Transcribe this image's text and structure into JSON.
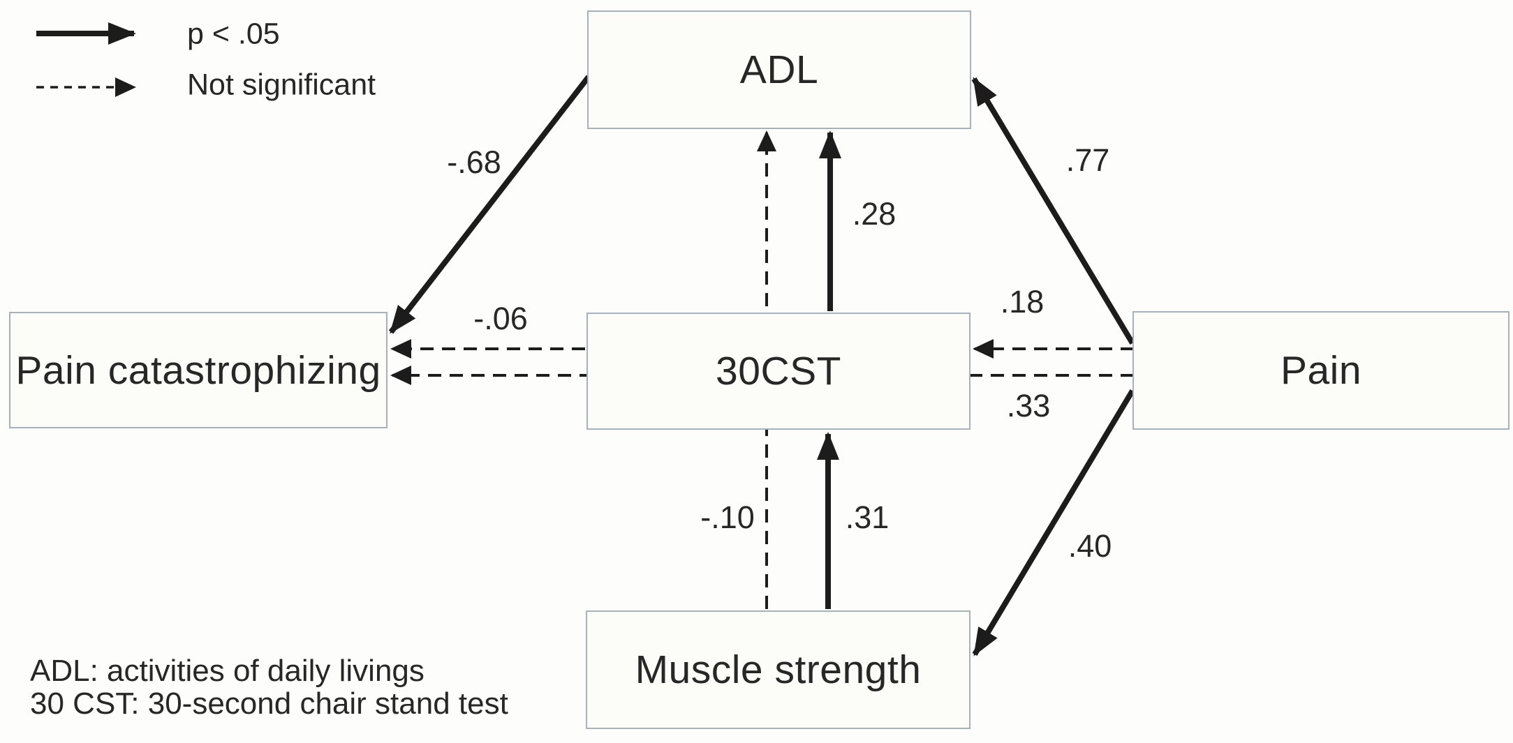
{
  "legend": {
    "significant_label": "p < .05",
    "not_significant_label": "Not significant"
  },
  "nodes": {
    "adl": "ADL",
    "pain_catastrophizing": "Pain catastrophizing",
    "cst": "30CST",
    "pain": "Pain",
    "muscle_strength": "Muscle strength"
  },
  "edges": [
    {
      "from": "ADL",
      "to": "Pain catastrophizing",
      "coefficient": "-.68",
      "significant": true,
      "style": "solid"
    },
    {
      "from": "30CST",
      "to": "Pain catastrophizing",
      "coefficient": "-.06",
      "significant": false,
      "style": "dashed"
    },
    {
      "from": "30CST",
      "to": "ADL",
      "coefficient": ".28",
      "significant": true,
      "style": "solid"
    },
    {
      "from": "Muscle strength",
      "to": "ADL",
      "coefficient": "-.10",
      "significant": false,
      "style": "dashed"
    },
    {
      "from": "Muscle strength",
      "to": "30CST",
      "coefficient": ".31",
      "significant": true,
      "style": "solid"
    },
    {
      "from": "Pain",
      "to": "ADL",
      "coefficient": ".77",
      "significant": true,
      "style": "solid"
    },
    {
      "from": "Pain",
      "to": "30CST",
      "coefficient": ".18",
      "significant": false,
      "style": "dashed"
    },
    {
      "from": "Pain",
      "to": "Pain catastrophizing",
      "coefficient": ".33",
      "significant": false,
      "style": "dashed"
    },
    {
      "from": "Pain",
      "to": "Muscle strength",
      "coefficient": ".40",
      "significant": true,
      "style": "solid"
    }
  ],
  "footnotes": [
    "ADL: activities of daily livings",
    "30 CST: 30-second chair stand test"
  ],
  "colors": {
    "line": "#1c1c1c",
    "box_border": "#a5b2bd",
    "background": "#fdfdfb",
    "text": "#272727"
  }
}
